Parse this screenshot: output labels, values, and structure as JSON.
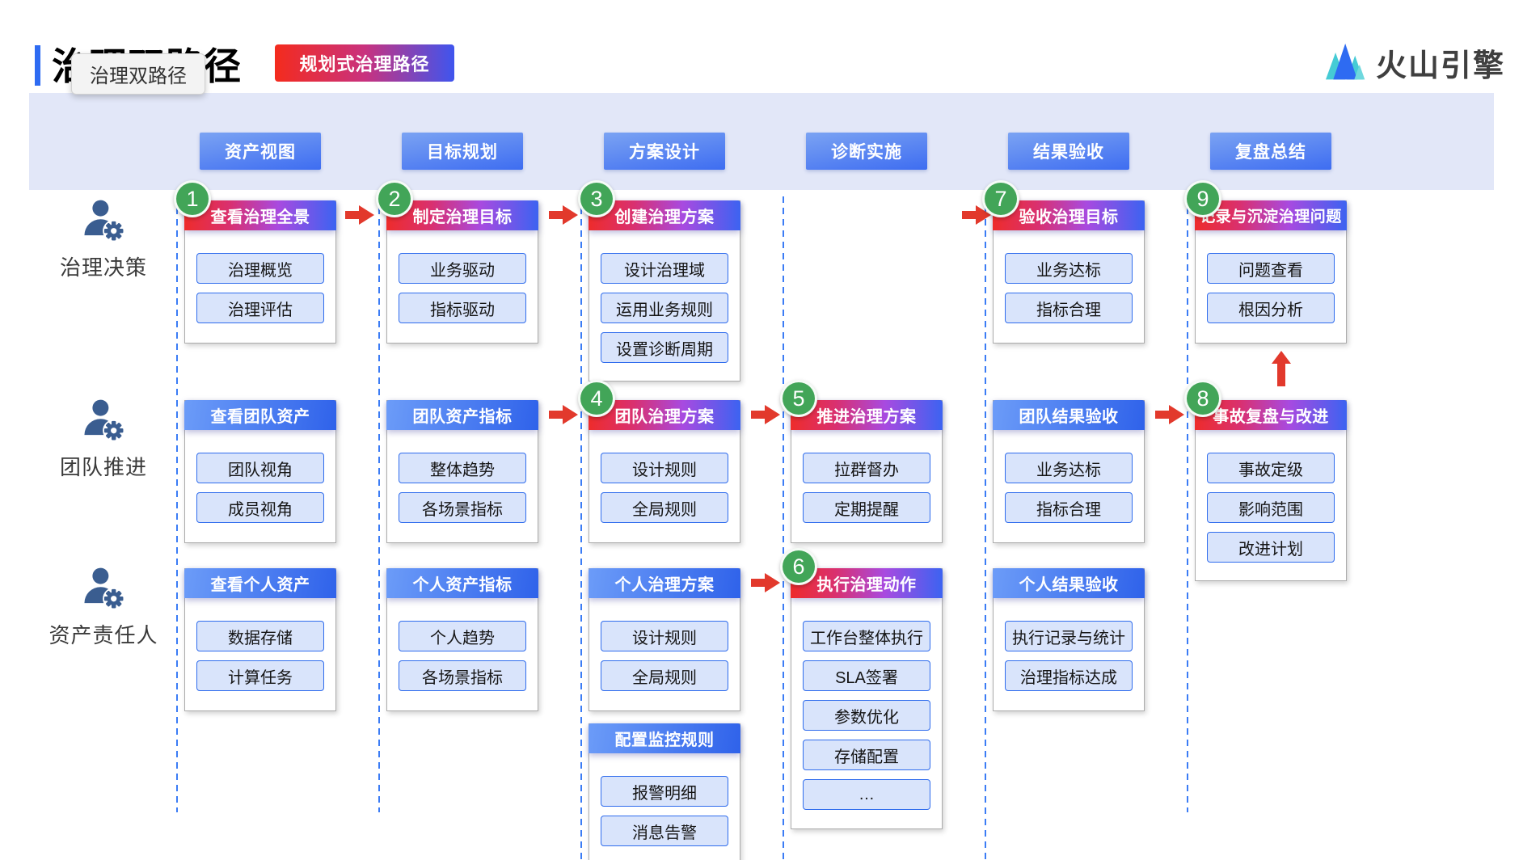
{
  "header": {
    "title": "治理双路径",
    "tooltip": "治理双路径",
    "path_tab": "规划式治理路径",
    "brand": "火山引擎"
  },
  "stages": [
    "资产视图",
    "目标规划",
    "方案设计",
    "诊断实施",
    "结果验收",
    "复盘总结"
  ],
  "roles": [
    "治理决策",
    "团队推进",
    "资产责任人"
  ],
  "colors": {
    "brand_blue": "#2e6bf2",
    "accent_red": "#e2392c",
    "badge_green": "#42a558",
    "band_lavender": "#e2e7f8",
    "divider_blue": "#3b7cf5"
  },
  "cards": [
    {
      "badge": "1",
      "title": "查看治理全景",
      "items": [
        "治理概览",
        "治理评估"
      ]
    },
    {
      "badge": "2",
      "title": "制定治理目标",
      "items": [
        "业务驱动",
        "指标驱动"
      ]
    },
    {
      "badge": "3",
      "title": "创建治理方案",
      "items": [
        "设计治理域",
        "运用业务规则",
        "设置诊断周期"
      ]
    },
    {
      "badge": "7",
      "title": "验收治理目标",
      "items": [
        "业务达标",
        "指标合理"
      ]
    },
    {
      "badge": "9",
      "title": "记录与沉淀治理问题",
      "items": [
        "问题查看",
        "根因分析"
      ]
    },
    {
      "title": "查看团队资产",
      "items": [
        "团队视角",
        "成员视角"
      ]
    },
    {
      "title": "团队资产指标",
      "items": [
        "整体趋势",
        "各场景指标"
      ]
    },
    {
      "badge": "4",
      "title": "团队治理方案",
      "items": [
        "设计规则",
        "全局规则"
      ]
    },
    {
      "badge": "5",
      "title": "推进治理方案",
      "items": [
        "拉群督办",
        "定期提醒"
      ]
    },
    {
      "title": "团队结果验收",
      "items": [
        "业务达标",
        "指标合理"
      ]
    },
    {
      "badge": "8",
      "title": "事故复盘与改进",
      "items": [
        "事故定级",
        "影响范围",
        "改进计划"
      ]
    },
    {
      "title": "查看个人资产",
      "items": [
        "数据存储",
        "计算任务"
      ]
    },
    {
      "title": "个人资产指标",
      "items": [
        "个人趋势",
        "各场景指标"
      ]
    },
    {
      "title": "个人治理方案",
      "items": [
        "设计规则",
        "全局规则"
      ]
    },
    {
      "badge": "6",
      "title": "执行治理动作",
      "items": [
        "工作台整体执行",
        "SLA签署",
        "参数优化",
        "存储配置",
        "…"
      ]
    },
    {
      "title": "个人结果验收",
      "items": [
        "执行记录与统计",
        "治理指标达成"
      ]
    },
    {
      "title": "配置监控规则",
      "items": [
        "报警明细",
        "消息告警"
      ]
    }
  ]
}
